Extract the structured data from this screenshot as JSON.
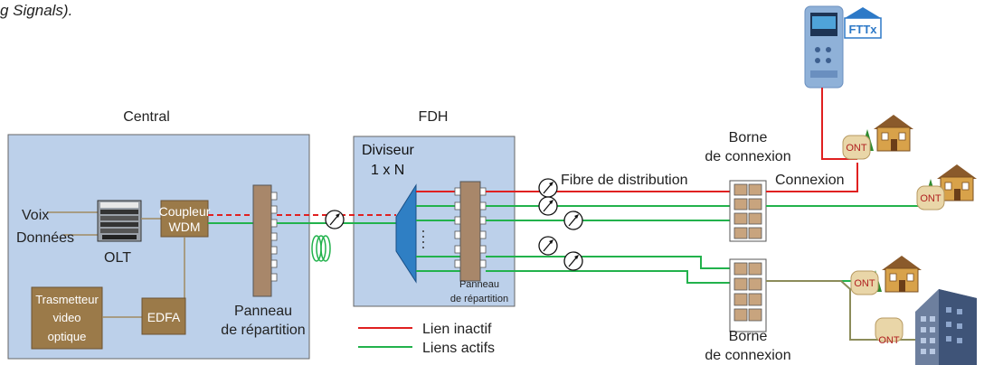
{
  "caption_fragment": "g Signals).",
  "brand_logo": "FTTx",
  "central": {
    "title": "Central"
  },
  "fdh": {
    "title": "FDH"
  },
  "inputs": {
    "voice": "Voix",
    "data": "Données"
  },
  "olt": {
    "label": "OLT"
  },
  "wdm": {
    "line1": "Coupleur",
    "line2": "WDM"
  },
  "video_tx": {
    "line1": "Trasmetteur",
    "line2": "video",
    "line3": "optique"
  },
  "edfa": {
    "label": "EDFA"
  },
  "central_panel": {
    "line1": "Panneau",
    "line2": "de répartition"
  },
  "splitter": {
    "line1": "Diviseur",
    "line2": "1 x N"
  },
  "fdh_panel": {
    "line1": "Panneau",
    "line2": "de répartition"
  },
  "distribution_fiber": "Fibre de distribution",
  "connection": "Connexion",
  "terminal_top": {
    "line1": "Borne",
    "line2": "de connexion"
  },
  "terminal_bottom": {
    "line1": "Borne",
    "line2": "de connexion"
  },
  "ont_label": "ONT",
  "legend": {
    "inactive": "Lien inactif",
    "active": "Liens actifs"
  },
  "colors": {
    "box_fill": "#bcd0ea",
    "module_fill": "#9b7a49",
    "panel_fill": "#a8876a",
    "inactive_link": "#e02020",
    "active_link": "#22b24c",
    "drop_fiber": "#8c8c5a",
    "splitter_fill": "#2f7fc4"
  }
}
